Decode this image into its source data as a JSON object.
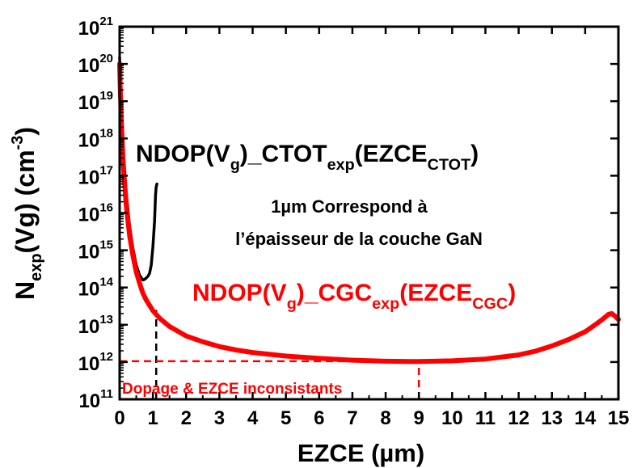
{
  "chart_data": {
    "type": "line",
    "y_scale": "log",
    "xlim": [
      0,
      15
    ],
    "ylim_exponent": [
      11,
      21
    ],
    "y_base": "10",
    "x_ticks": [
      "0",
      "1",
      "2",
      "3",
      "4",
      "5",
      "6",
      "7",
      "8",
      "9",
      "10",
      "11",
      "12",
      "13",
      "14",
      "15"
    ],
    "y_tick_exponents": [
      "11",
      "12",
      "13",
      "14",
      "15",
      "16",
      "17",
      "18",
      "19",
      "20",
      "21"
    ],
    "xlabel": "EZCE (µm)",
    "ylabel": {
      "main": "N",
      "sub": "exp",
      "rest": "(Vg)  (cm",
      "sup": "-3",
      "close": ")"
    },
    "series": [
      {
        "key": "ctot",
        "color": "#000000",
        "label": {
          "parts": [
            {
              "t": "NDOP(V"
            },
            {
              "t": "g",
              "s": "sub"
            },
            {
              "t": ")_CTOT"
            },
            {
              "t": "exp",
              "s": "sub"
            },
            {
              "t": "(EZCE"
            },
            {
              "t": "CTOT",
              "s": "sub"
            },
            {
              "t": ")"
            }
          ]
        },
        "x": [
          0.0,
          0.02,
          0.05,
          0.1,
          0.15,
          0.2,
          0.3,
          0.4,
          0.5,
          0.6,
          0.7,
          0.75,
          0.8,
          0.85,
          0.9,
          0.95,
          1.0,
          1.05,
          1.08,
          1.1,
          1.12
        ],
        "y": [
          1.5e+20,
          3e+19,
          5e+18,
          6e+17,
          1.2e+17,
          3.5e+16,
          4500000000000000.0,
          1100000000000000.0,
          400000000000000.0,
          210000000000000.0,
          160000000000000.0,
          165000000000000.0,
          180000000000000.0,
          200000000000000.0,
          240000000000000.0,
          400000000000000.0,
          1200000000000000.0,
          6000000000000000.0,
          3e+16,
          5e+16,
          6e+16
        ]
      },
      {
        "key": "cgc",
        "color": "#ff0000",
        "label": {
          "parts": [
            {
              "t": "NDOP(V"
            },
            {
              "t": "g",
              "s": "sub"
            },
            {
              "t": ")_CGC"
            },
            {
              "t": "exp",
              "s": "sub"
            },
            {
              "t": "(EZCE"
            },
            {
              "t": "CGC",
              "s": "sub"
            },
            {
              "t": ")"
            }
          ]
        },
        "x": [
          0.0,
          0.02,
          0.05,
          0.1,
          0.15,
          0.2,
          0.3,
          0.4,
          0.5,
          0.6,
          0.7,
          0.8,
          1.0,
          1.2,
          1.5,
          2.0,
          2.5,
          3.0,
          3.5,
          4.0,
          5.0,
          6.0,
          7.0,
          8.0,
          9.0,
          10.0,
          11.0,
          12.0,
          12.5,
          13.0,
          13.5,
          14.0,
          14.3,
          14.5,
          14.7,
          14.8,
          14.9,
          15.0
        ],
        "y": [
          1e+20,
          2e+19,
          3e+18,
          3e+17,
          6e+16,
          1.6e+16,
          2500000000000000.0,
          700000000000000.0,
          260000000000000.0,
          130000000000000.0,
          70000000000000.0,
          46000000000000.0,
          24000000000000.0,
          15000000000000.0,
          9000000000000.0,
          5000000000000.0,
          3500000000000.0,
          2600000000000.0,
          2100000000000.0,
          1800000000000.0,
          1450000000000.0,
          1250000000000.0,
          1120000000000.0,
          1050000000000.0,
          1030000000000.0,
          1080000000000.0,
          1200000000000.0,
          1550000000000.0,
          1950000000000.0,
          2700000000000.0,
          4000000000000.0,
          6500000000000.0,
          10000000000000.0,
          13500000000000.0,
          19000000000000.0,
          20000000000000.0,
          17000000000000.0,
          14000000000000.0
        ]
      }
    ],
    "reference_lines": [
      {
        "key": "v1",
        "orientation": "vertical",
        "x": 1.1,
        "y_from": 100000000000.0,
        "y_to": 25000000000000.0,
        "color": "#000000",
        "style": "dashed"
      },
      {
        "key": "h9",
        "orientation": "horizontal",
        "y": 1050000000000.0,
        "x_from": 0,
        "x_to": 9,
        "color": "#ff0000",
        "style": "dashed"
      },
      {
        "key": "v9",
        "orientation": "vertical",
        "x": 9.0,
        "y_from": 100000000000.0,
        "y_to": 1050000000000.0,
        "color": "#ff0000",
        "style": "dashed"
      }
    ],
    "annotations": {
      "note_line1": "1µm Correspond à",
      "note_line2": "l’épaisseur de la couche GaN",
      "warning": "Dopage & EZCE inconsistants"
    }
  }
}
